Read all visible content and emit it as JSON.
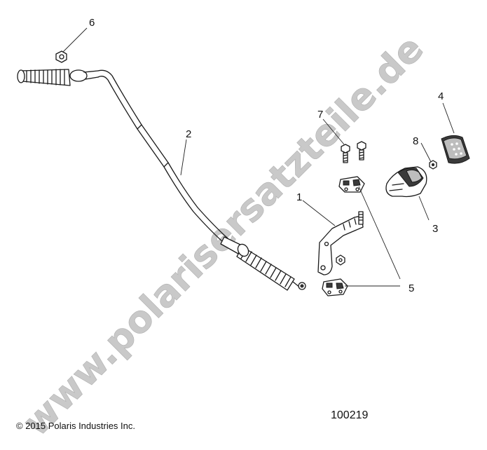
{
  "callouts": {
    "c1": "1",
    "c2": "2",
    "c3": "3",
    "c4": "4",
    "c5": "5",
    "c6": "6",
    "c7": "7",
    "c8": "8"
  },
  "footer": {
    "copyright": "© 2015 Polaris Industries Inc.",
    "figure_id": "100219"
  },
  "watermark": "www.polarisersatzteile.de",
  "colors": {
    "line": "#1a1a1a",
    "watermark": "#c9c9c9",
    "background": "#ffffff"
  }
}
